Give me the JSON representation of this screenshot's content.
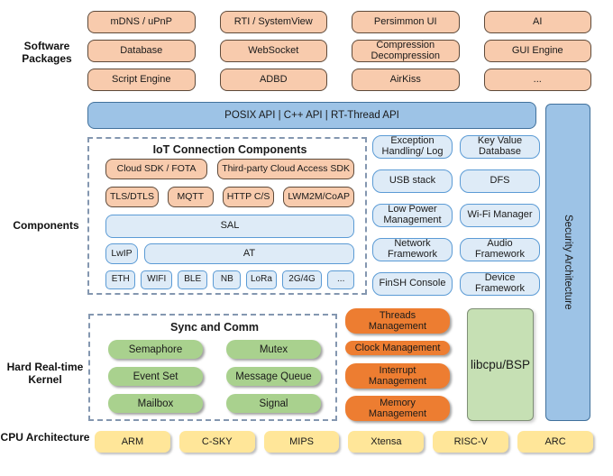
{
  "colors": {
    "package_fill": "#F8CBAD",
    "package_border": "#5E4A3A",
    "api_bar_fill": "#9DC3E6",
    "api_bar_border": "#41719C",
    "light_blue_fill": "#DEEBF7",
    "light_blue_border": "#5B9BD5",
    "green_fill": "#A9D18E",
    "dark_orange_fill": "#ED7D31",
    "libcpu_fill": "#C6E0B4",
    "yellow_fill": "#FFE699",
    "dashed_border": "#8497B0"
  },
  "left_labels": {
    "software": "Software Packages",
    "components": "Components",
    "kernel": "Hard Real-time Kernel",
    "cpu": "CPU Architecture"
  },
  "software_packages": {
    "boxes": [
      "mDNS / uPnP",
      "RTI / SystemView",
      "Persimmon UI",
      "AI",
      "Database",
      "WebSocket",
      "Compression Decompression",
      "GUI Engine",
      "Script Engine",
      "ADBD",
      "AirKiss",
      "..."
    ]
  },
  "api_bar": {
    "text": "POSIX API | C++ API | RT-Thread API"
  },
  "security_bar": {
    "text": "Security Architecture"
  },
  "iot": {
    "title": "IoT Connection Components",
    "cloud_row": [
      "Cloud SDK / FOTA",
      "Third-party Cloud Access SDK"
    ],
    "protocol_row": [
      "TLS/DTLS",
      "MQTT",
      "HTTP C/S",
      "LWM2M/CoAP"
    ],
    "sal": "SAL",
    "lwip": "LwIP",
    "at": "AT",
    "link_row": [
      "ETH",
      "WIFI",
      "BLE",
      "NB",
      "LoRa",
      "2G/4G",
      "..."
    ]
  },
  "component_boxes": [
    "Exception Handling/ Log",
    "Key Value Database",
    "USB stack",
    "DFS",
    "Low Power Management",
    "Wi-Fi Manager",
    "Network Framework",
    "Audio Framework",
    "FinSH Console",
    "Device Framework"
  ],
  "sync": {
    "title": "Sync and Comm",
    "boxes": [
      "Semaphore",
      "Mutex",
      "Event Set",
      "Message Queue",
      "Mailbox",
      "Signal"
    ]
  },
  "management_boxes": [
    "Threads Management",
    "Clock Management",
    "Interrupt Management",
    "Memory Management"
  ],
  "libcpu": "libcpu/BSP",
  "cpu_boxes": [
    "ARM",
    "C-SKY",
    "MIPS",
    "Xtensa",
    "RISC-V",
    "ARC"
  ]
}
